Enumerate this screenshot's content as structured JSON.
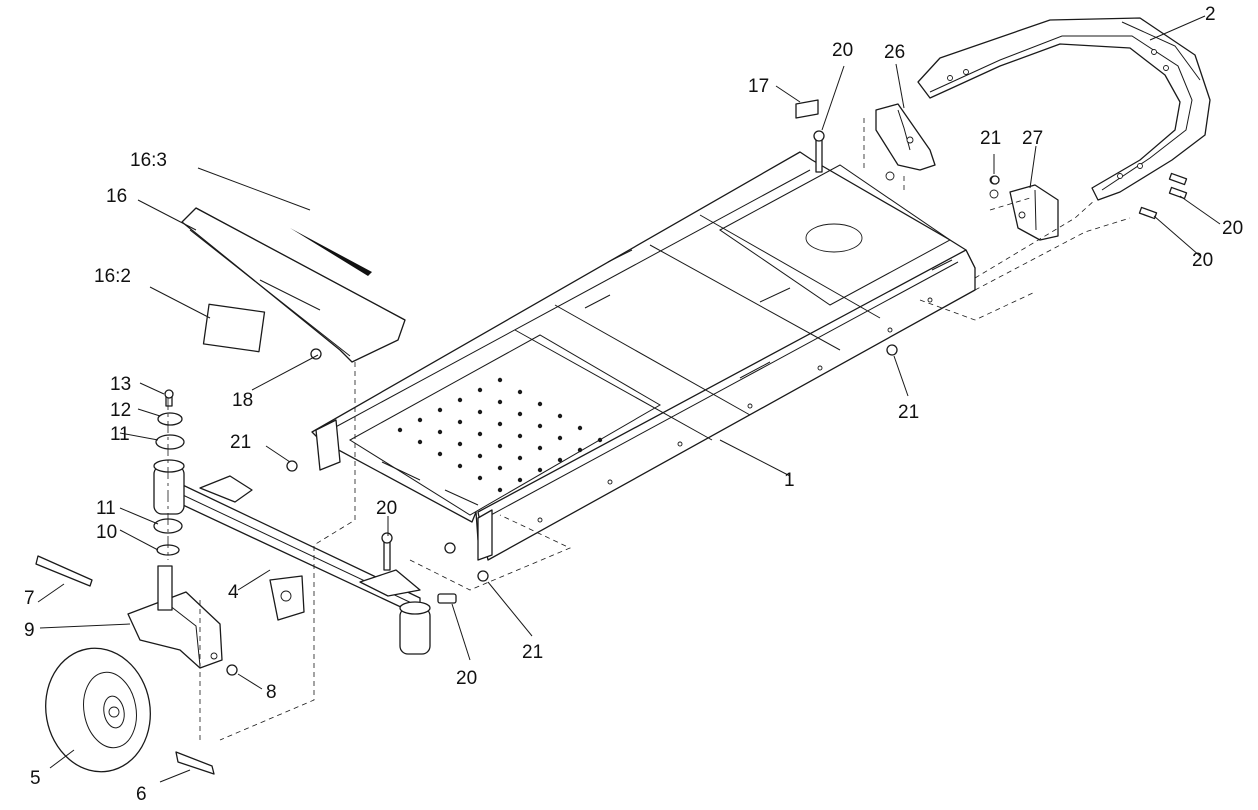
{
  "callouts": {
    "c1": "1",
    "c2": "2",
    "c4": "4",
    "c5": "5",
    "c6": "6",
    "c7": "7",
    "c8": "8",
    "c9": "9",
    "c10": "10",
    "c11a": "11",
    "c11b": "11",
    "c12": "12",
    "c13": "13",
    "c16": "16",
    "c16_2": "16:2",
    "c16_3": "16:3",
    "c17": "17",
    "c18": "18",
    "c20a": "20",
    "c20b": "20",
    "c20c": "20",
    "c20d": "20",
    "c20e": "20",
    "c21a": "21",
    "c21b": "21",
    "c21c": "21",
    "c21d": "21",
    "c26": "26",
    "c27": "27"
  },
  "colors": {
    "line": "#1a1a1a",
    "background": "#ffffff"
  }
}
